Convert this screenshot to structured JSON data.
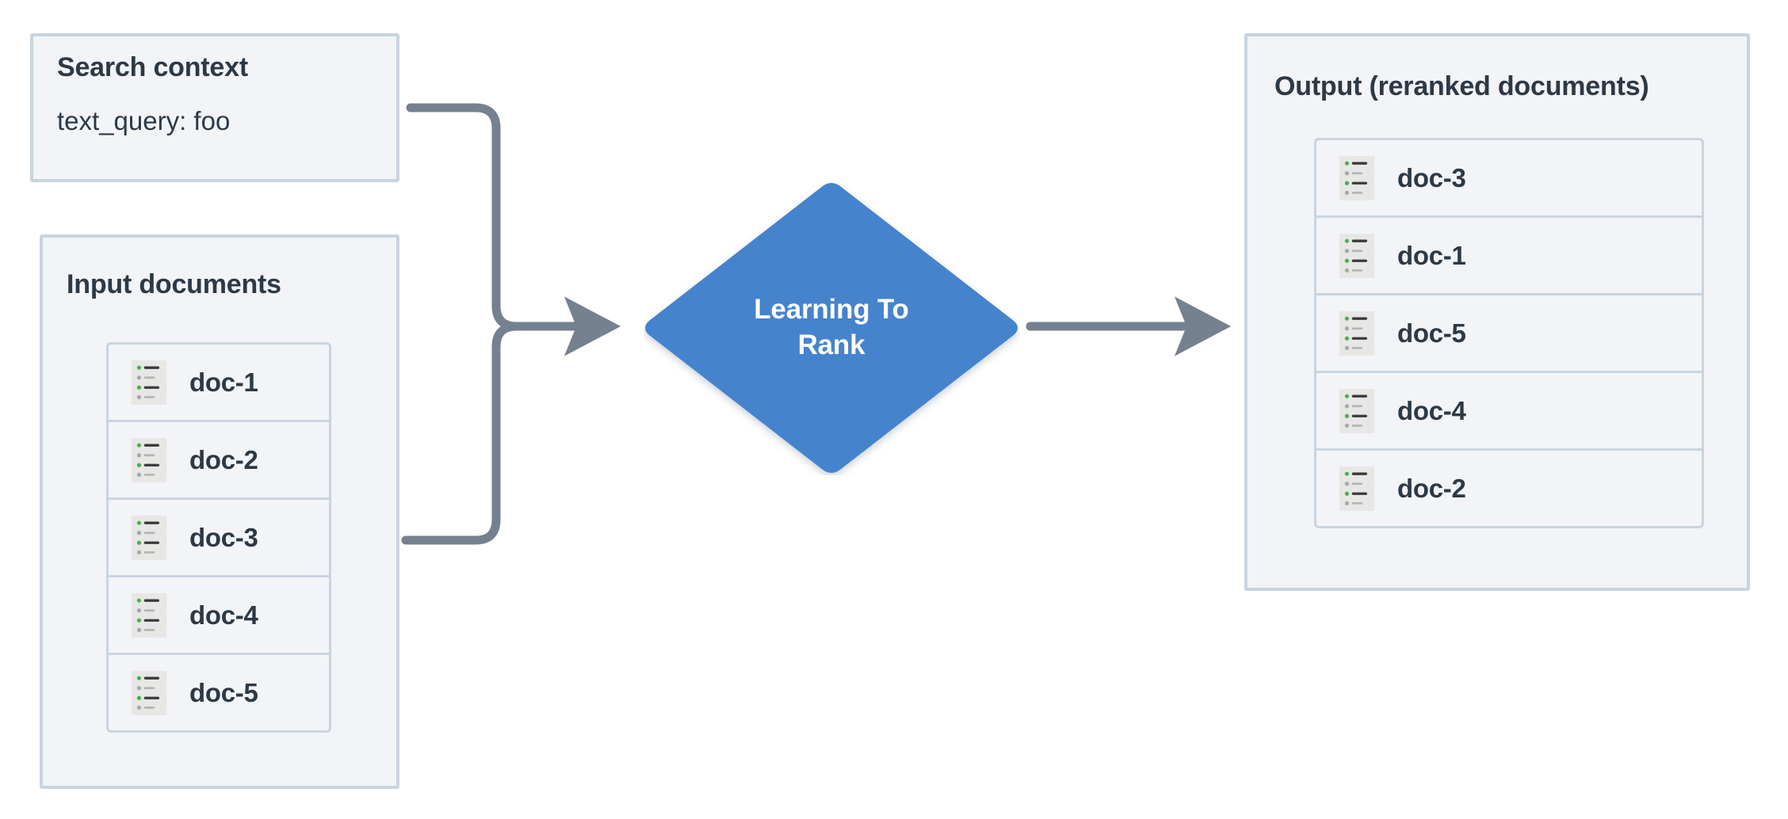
{
  "diagram": {
    "title": "Learning To Rank reranking flow",
    "colors": {
      "panel_background": "#f2f4f7",
      "panel_border": "#c9d4e0",
      "text": "#2d3945",
      "process_fill": "#4483cd",
      "process_text": "#ffffff",
      "connector": "#75818f",
      "icon_background": "#e7e7e5",
      "icon_bullet_active": "#4caf50",
      "icon_bullet_muted": "#a8a8a8",
      "icon_bar_active": "#3a3a3a",
      "icon_bar_muted": "#b5b5b5"
    }
  },
  "search_context": {
    "title": "Search context",
    "query_line": "text_query: foo"
  },
  "input_panel": {
    "title": "Input documents",
    "documents": [
      {
        "id": "doc-1",
        "icon": "document-list-icon"
      },
      {
        "id": "doc-2",
        "icon": "document-list-icon"
      },
      {
        "id": "doc-3",
        "icon": "document-list-icon"
      },
      {
        "id": "doc-4",
        "icon": "document-list-icon"
      },
      {
        "id": "doc-5",
        "icon": "document-list-icon"
      }
    ]
  },
  "process": {
    "label_line_1": "Learning To",
    "label_line_2": "Rank",
    "shape": "diamond"
  },
  "output_panel": {
    "title": "Output (reranked documents)",
    "documents": [
      {
        "id": "doc-3",
        "icon": "document-list-icon"
      },
      {
        "id": "doc-1",
        "icon": "document-list-icon"
      },
      {
        "id": "doc-5",
        "icon": "document-list-icon"
      },
      {
        "id": "doc-4",
        "icon": "document-list-icon"
      },
      {
        "id": "doc-2",
        "icon": "document-list-icon"
      }
    ]
  },
  "connectors": [
    {
      "name": "search-context-to-process",
      "from": "Search context",
      "to": "Learning To Rank",
      "style": "elbow-arrow"
    },
    {
      "name": "input-documents-to-process",
      "from": "Input documents",
      "to": "Learning To Rank",
      "style": "elbow-arrow"
    },
    {
      "name": "process-to-output",
      "from": "Learning To Rank",
      "to": "Output (reranked documents)",
      "style": "straight-arrow"
    }
  ]
}
